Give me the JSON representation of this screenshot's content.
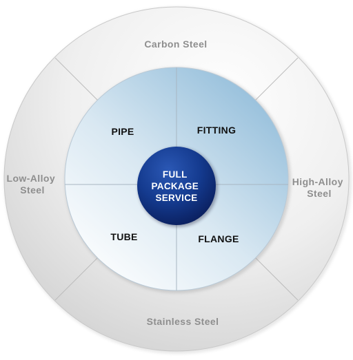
{
  "center": {
    "lines": [
      "FULL",
      "PACKAGE",
      "SERVICE"
    ]
  },
  "outer_ring": {
    "top": "Carbon Steel",
    "bottom": "Stainless Steel",
    "left": [
      "Low-Alloy",
      "Steel"
    ],
    "right": [
      "High-Alloy",
      "Steel"
    ]
  },
  "inner_quadrants": {
    "top_left": "PIPE",
    "top_right": "FITTING",
    "bottom_left": "TUBE",
    "bottom_right": "FLANGE"
  },
  "colors": {
    "outer_ring": "#ececec",
    "inner_circle": "#a9cbe2",
    "center": "#0d2a78"
  }
}
